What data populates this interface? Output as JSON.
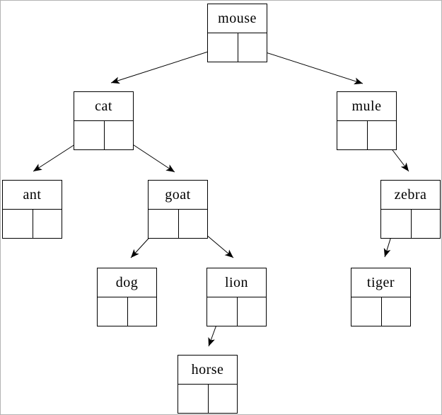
{
  "diagram": {
    "type": "binary-tree-linked-nodes",
    "nodes": [
      {
        "id": "mouse",
        "label": "mouse"
      },
      {
        "id": "cat",
        "label": "cat"
      },
      {
        "id": "mule",
        "label": "mule"
      },
      {
        "id": "ant",
        "label": "ant"
      },
      {
        "id": "goat",
        "label": "goat"
      },
      {
        "id": "zebra",
        "label": "zebra"
      },
      {
        "id": "dog",
        "label": "dog"
      },
      {
        "id": "lion",
        "label": "lion"
      },
      {
        "id": "tiger",
        "label": "tiger"
      },
      {
        "id": "horse",
        "label": "horse"
      }
    ],
    "edges": [
      {
        "from": "mouse",
        "pointer": "left",
        "to": "cat"
      },
      {
        "from": "mouse",
        "pointer": "right",
        "to": "mule"
      },
      {
        "from": "cat",
        "pointer": "left",
        "to": "ant"
      },
      {
        "from": "cat",
        "pointer": "right",
        "to": "goat"
      },
      {
        "from": "mule",
        "pointer": "right",
        "to": "zebra"
      },
      {
        "from": "goat",
        "pointer": "left",
        "to": "dog"
      },
      {
        "from": "goat",
        "pointer": "right",
        "to": "lion"
      },
      {
        "from": "zebra",
        "pointer": "left",
        "to": "tiger"
      },
      {
        "from": "lion",
        "pointer": "left",
        "to": "horse"
      }
    ],
    "colors": {
      "line": "#000000",
      "background": "#ffffff",
      "frame_border": "#b3b3b3"
    }
  }
}
